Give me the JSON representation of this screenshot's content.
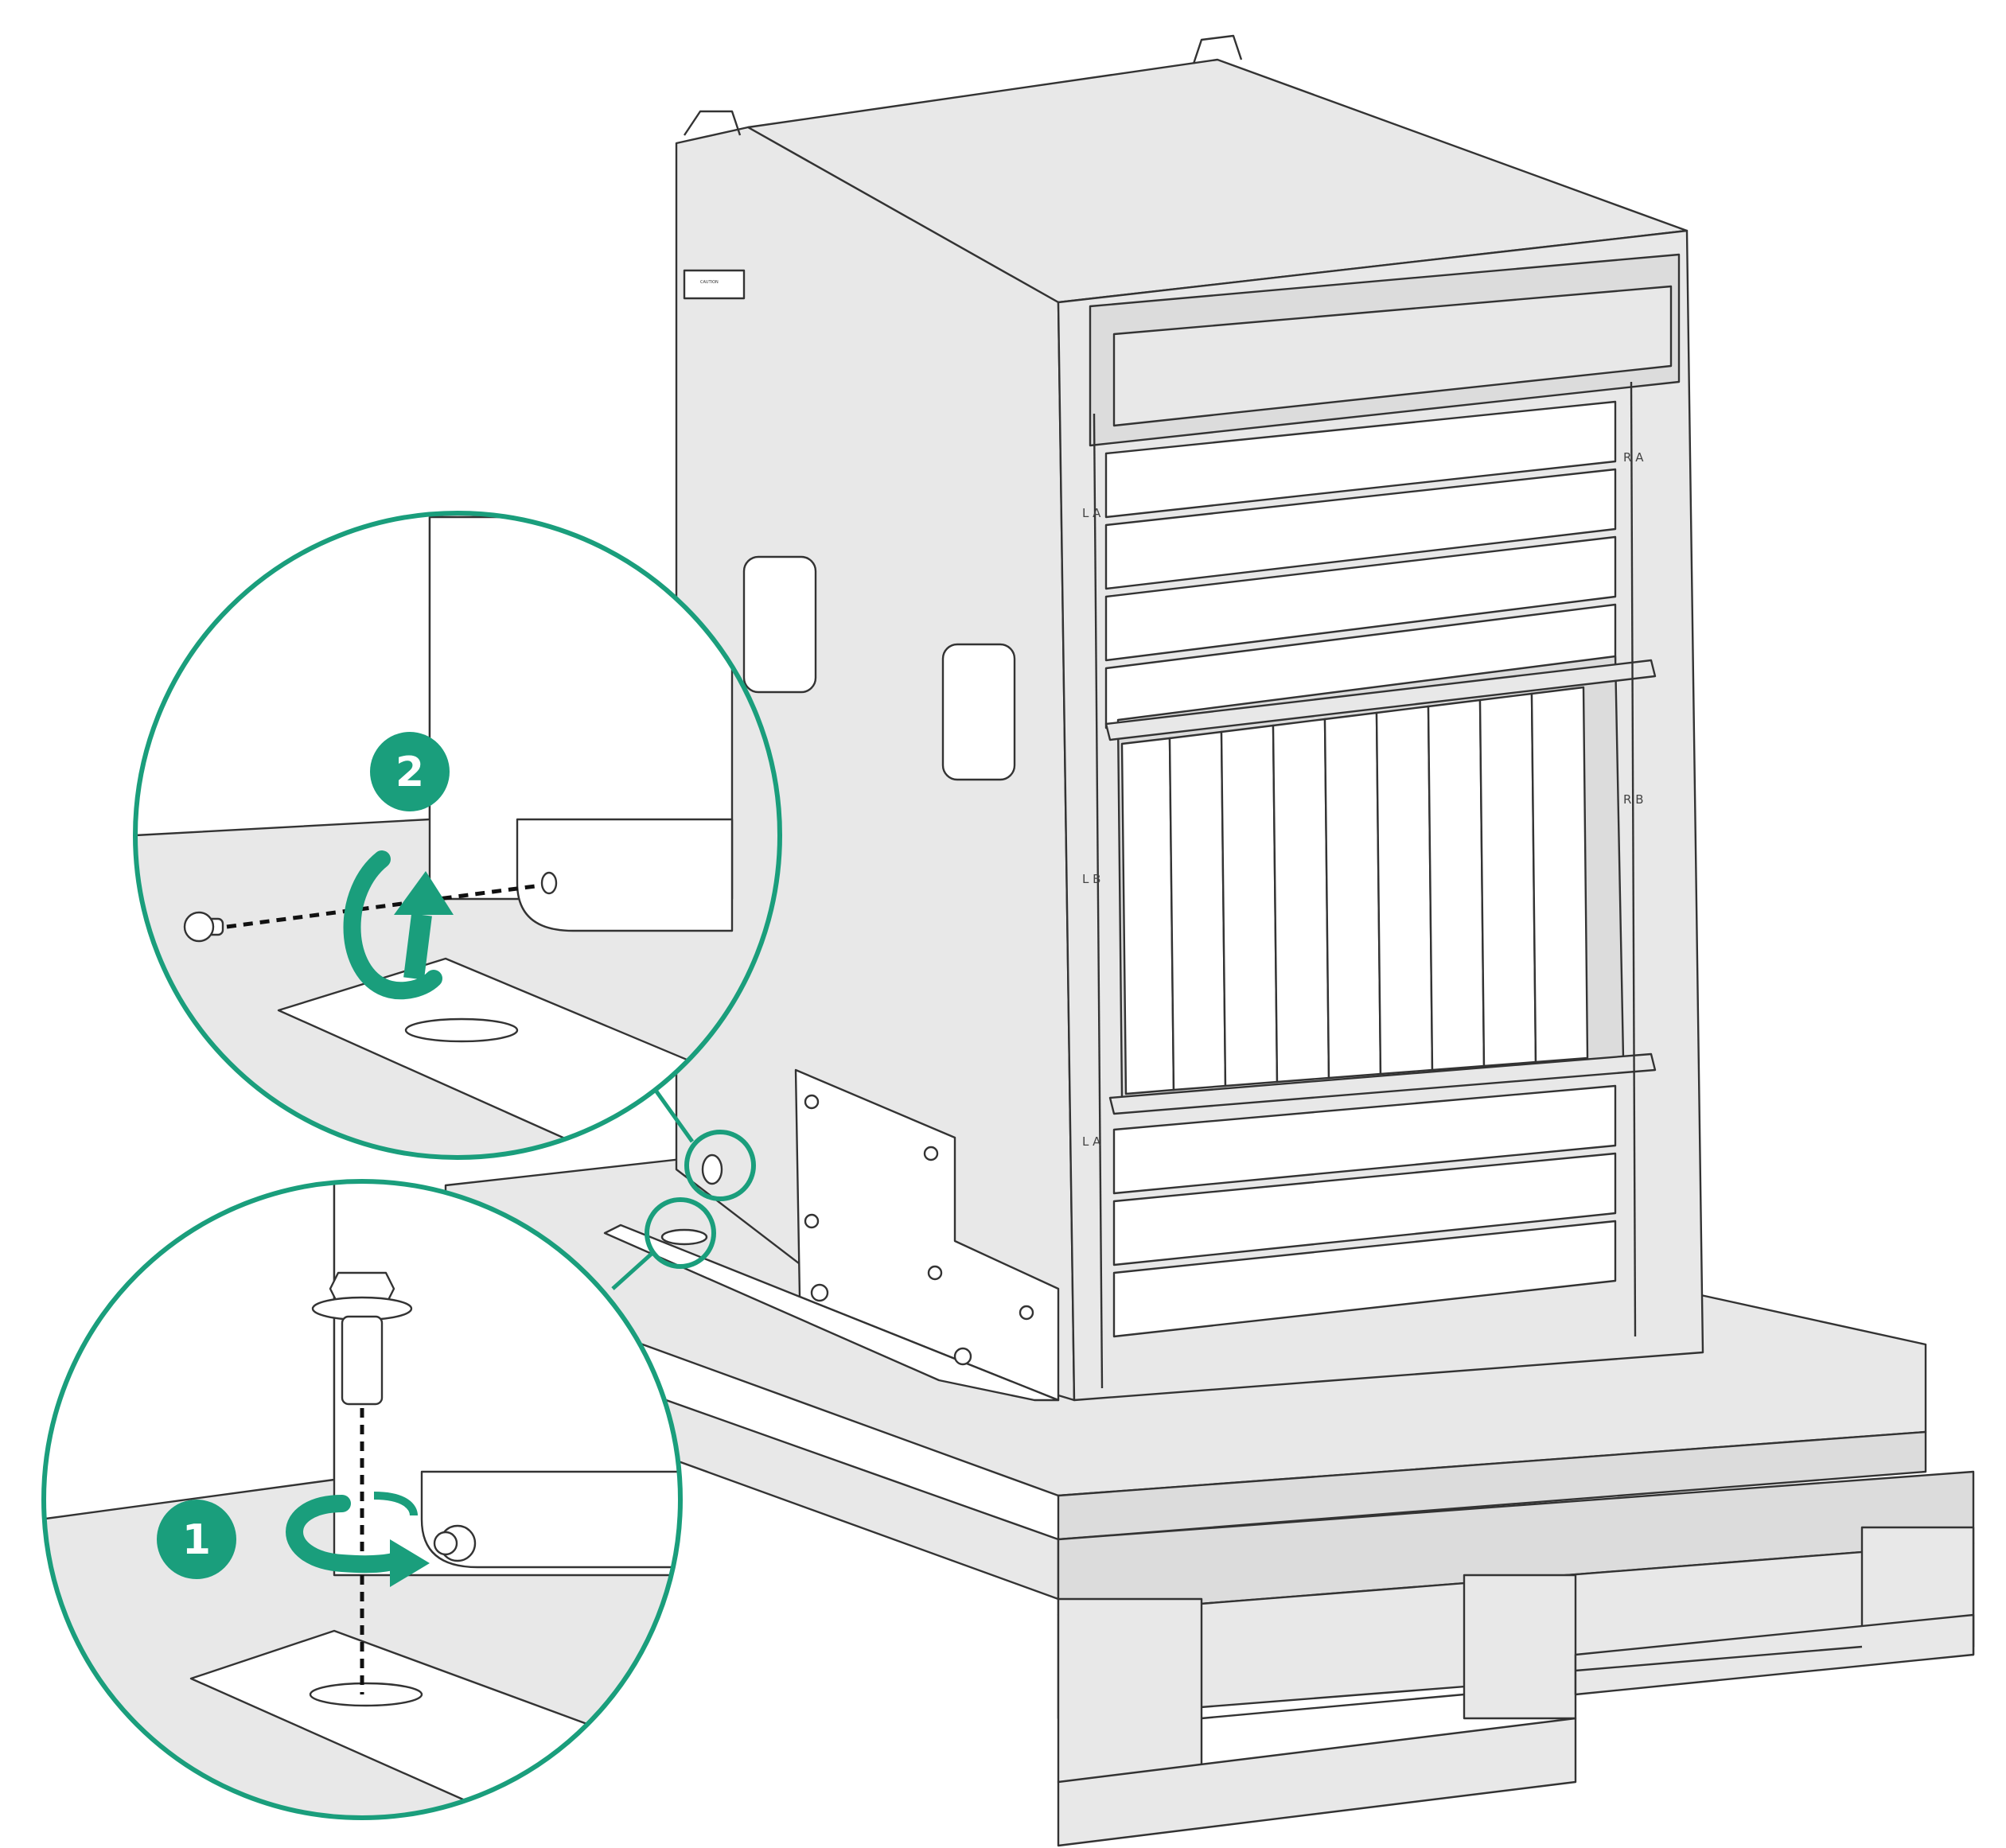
{
  "colors": {
    "accent": "#1a9e7c",
    "chassis": "#e8e8e8",
    "outline": "#333333",
    "background": "#ffffff"
  },
  "labels": {
    "caution": "CAUTION",
    "slot_left_top": "L A",
    "slot_left_mid": "L B",
    "slot_left_bottom": "L A",
    "slot_right_top": "R A",
    "slot_right_mid": "R B"
  },
  "steps": [
    {
      "number": "1",
      "icon": "rotate-clockwise-arrow-icon"
    },
    {
      "number": "2",
      "icon": "rotate-counterclockwise-arrow-icon"
    }
  ]
}
